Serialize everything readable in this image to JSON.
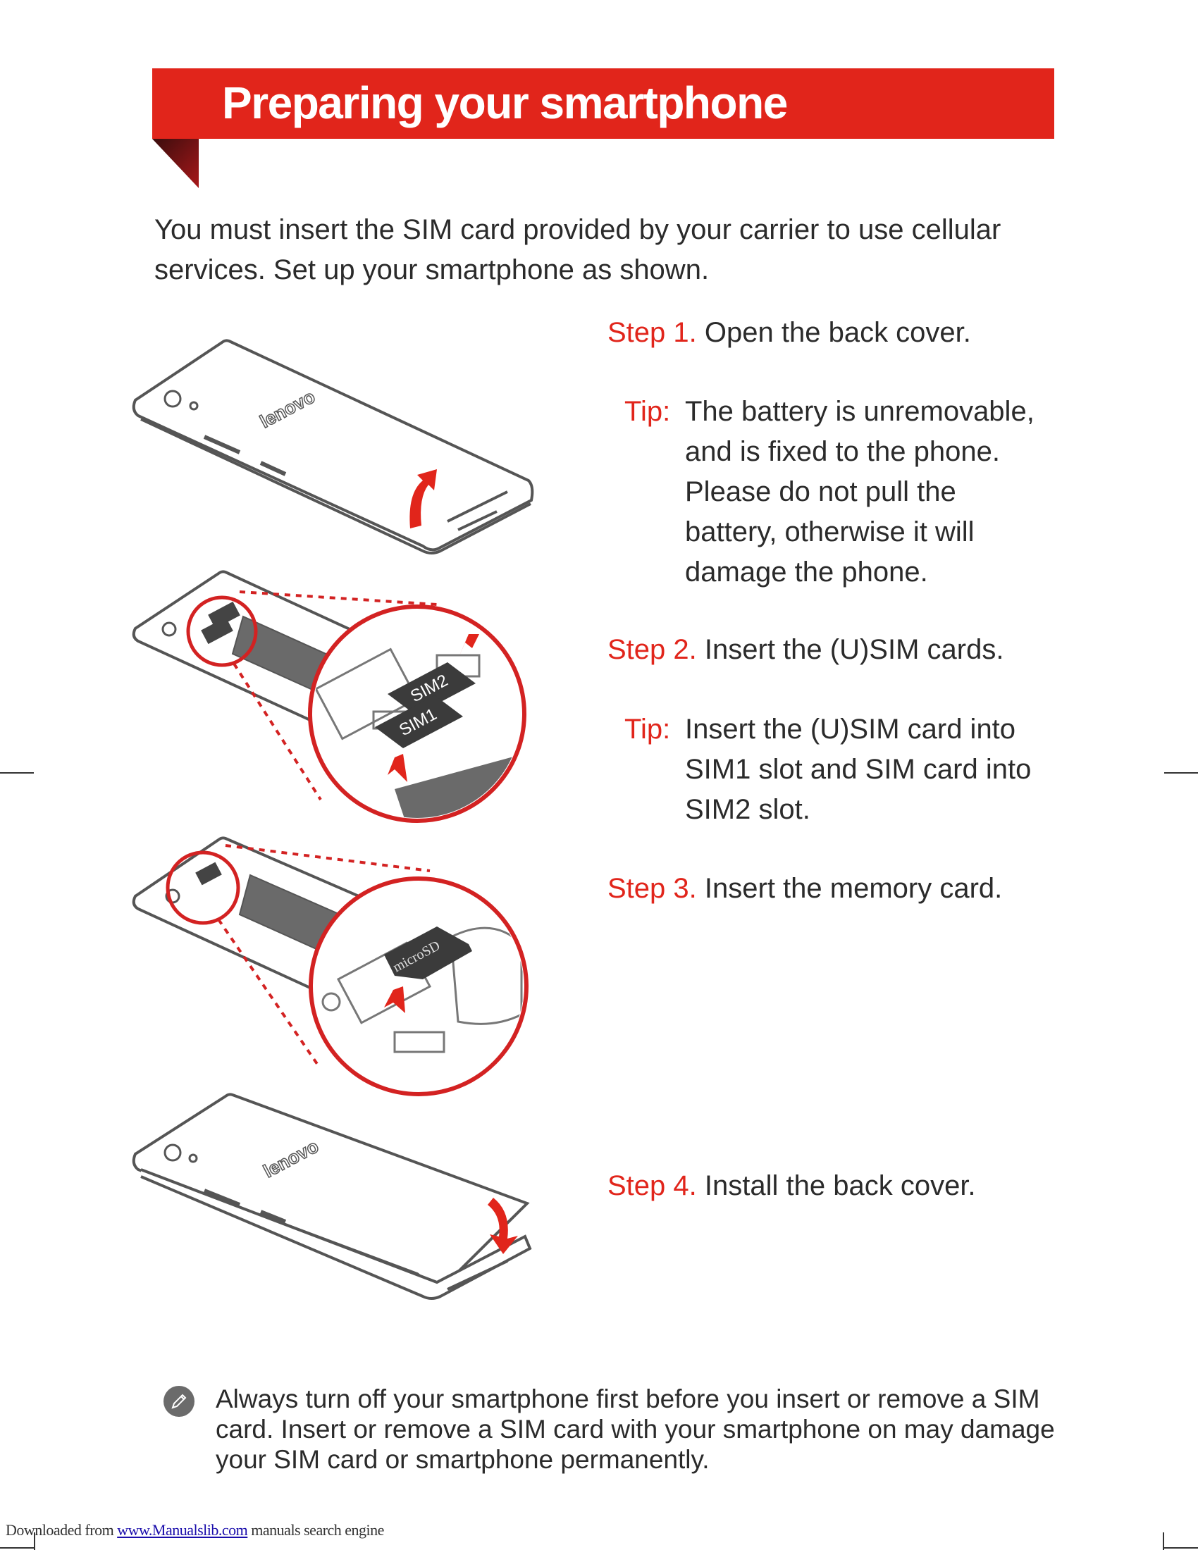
{
  "header": {
    "title": "Preparing your smartphone"
  },
  "intro": "You must insert the SIM card provided by your carrier to use cellular services. Set up your smartphone as shown.",
  "steps": [
    {
      "label": "Step 1.",
      "text": "Open the back cover."
    },
    {
      "label": "Step 2.",
      "text": "Insert the (U)SIM cards."
    },
    {
      "label": "Step 3.",
      "text": "Insert the memory card."
    },
    {
      "label": "Step 4.",
      "text": "Install the back cover."
    }
  ],
  "tips": [
    {
      "label": "Tip:",
      "text": "The battery is unremovable, and is fixed to the phone. Please do not pull the battery, otherwise it will damage the phone."
    },
    {
      "label": "Tip:",
      "text": "Insert the (U)SIM card into SIM1 slot and SIM card into SIM2 slot."
    }
  ],
  "illustrations": {
    "brand": "lenovo",
    "sim1": "SIM1",
    "sim2": "SIM2",
    "microsd": "microSD"
  },
  "note": "Always turn off your smartphone first before you insert or remove a SIM card. Insert or remove a SIM card with your smartphone on may damage your SIM card or smartphone permanently.",
  "footer": {
    "prefix": "Downloaded from",
    "link": "www.Manualslib.com",
    "suffix": " manuals search engine"
  },
  "colors": {
    "accent": "#e1251b",
    "text": "#2b2b2b",
    "line": "#555555"
  }
}
